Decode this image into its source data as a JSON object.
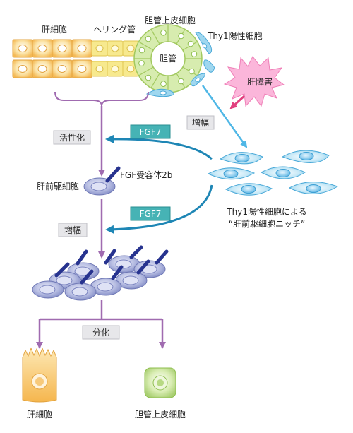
{
  "labels": {
    "hepatocyte_top": "肝細胞",
    "hering_canal": "ヘリング管",
    "bile_duct_epithelium_top": "胆管上皮細胞",
    "bile_duct": "胆管",
    "thy1_cell": "Thy1陽性細胞",
    "liver_injury": "肝障害",
    "proliferation_right": "増幅",
    "activation": "活性化",
    "fgf7_upper": "FGF7",
    "fgf_receptor": "FGF受容体2b",
    "hepatic_progenitor": "肝前駆細胞",
    "niche_line1": "Thy1陽性細胞による",
    "niche_line2": "“肝前駆細胞ニッチ”",
    "fgf7_lower": "FGF7",
    "proliferation_left": "増幅",
    "differentiation": "分化",
    "hepatocyte_bottom": "肝細胞",
    "bile_duct_epithelium_bottom": "胆管上皮細胞"
  },
  "colors": {
    "hepatocyte_fill": "#f9d27a",
    "hering_fill": "#f7e98e",
    "bile_duct_fill": "#c7e38f",
    "progenitor_fill": "#9ea7d6",
    "receptor": "#27338f",
    "purple_arrow": "#a06bb0",
    "teal_arrow": "#1e86b5",
    "light_blue_arrow": "#4fb7e6",
    "fgf7_box": "#46b3b5",
    "thy1_cell": "#9fd7ef",
    "injury_burst": "#f99ad0",
    "injury_arrow": "#e2407f"
  }
}
